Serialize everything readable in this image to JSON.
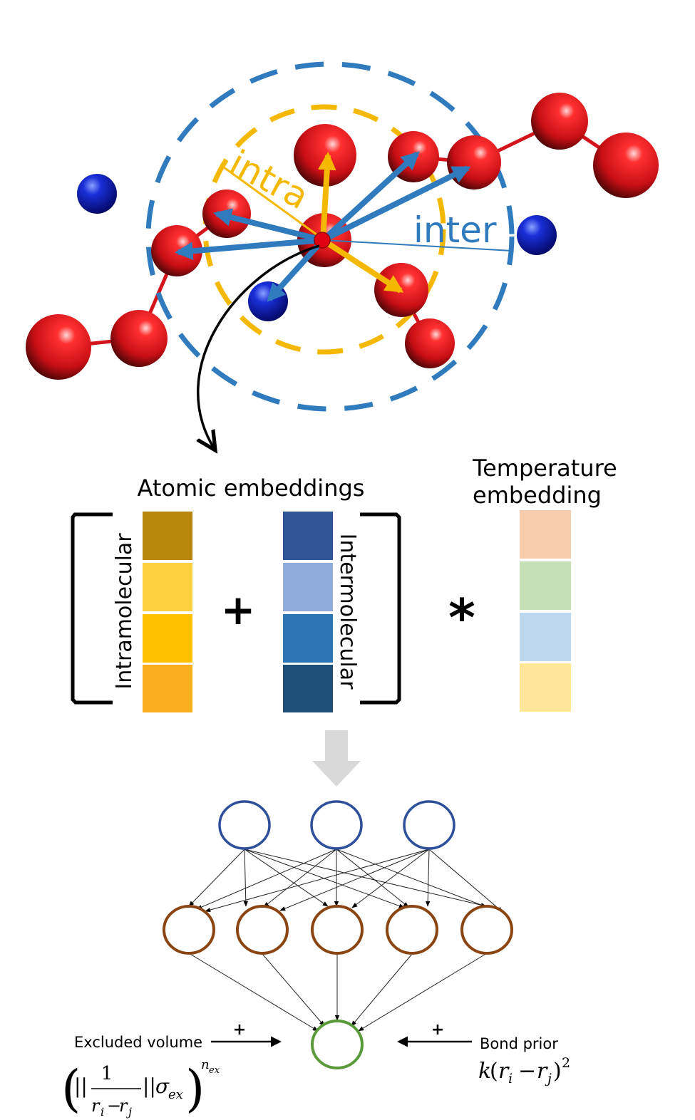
{
  "labels": {
    "intra": "intra",
    "inter": "inter",
    "atomic_embeddings": "Atomic embeddings",
    "temperature_line1": "Temperature",
    "temperature_line2": "embedding",
    "intramolecular": "Intramolecular",
    "intermolecular": "Intermolecular",
    "plus": "+",
    "times": "*",
    "excluded_volume": "Excluded volume",
    "bond_prior": "Bond prior",
    "ev_plus": "+",
    "bp_plus": "+"
  },
  "formulas": {
    "excluded_volume": "(||1/(ri − rj)||σex)^nex",
    "bond_prior": "k(ri − rj)²"
  },
  "colors": {
    "intra_ring": "#f5b800",
    "inter_ring": "#2f7bbd",
    "atom_red": "#d4141c",
    "atom_blue": "#0a14a8",
    "input_node": "#2e4f9a",
    "hidden_node": "#8b4513",
    "output_node": "#5a9a3a",
    "flow_arrow": "#d9d9d9",
    "intra_cells": [
      "#b8860b",
      "#ffd040",
      "#ffc000",
      "#f9ae1b"
    ],
    "inter_cells": [
      "#2f5597",
      "#8faadc",
      "#2e75b6",
      "#1f4e79"
    ],
    "temp_cells": [
      "#f8cbad",
      "#c5e0b4",
      "#bdd7ee",
      "#ffe699"
    ]
  },
  "network": {
    "input_nodes": 3,
    "hidden_nodes": 5,
    "output_nodes": 1
  }
}
